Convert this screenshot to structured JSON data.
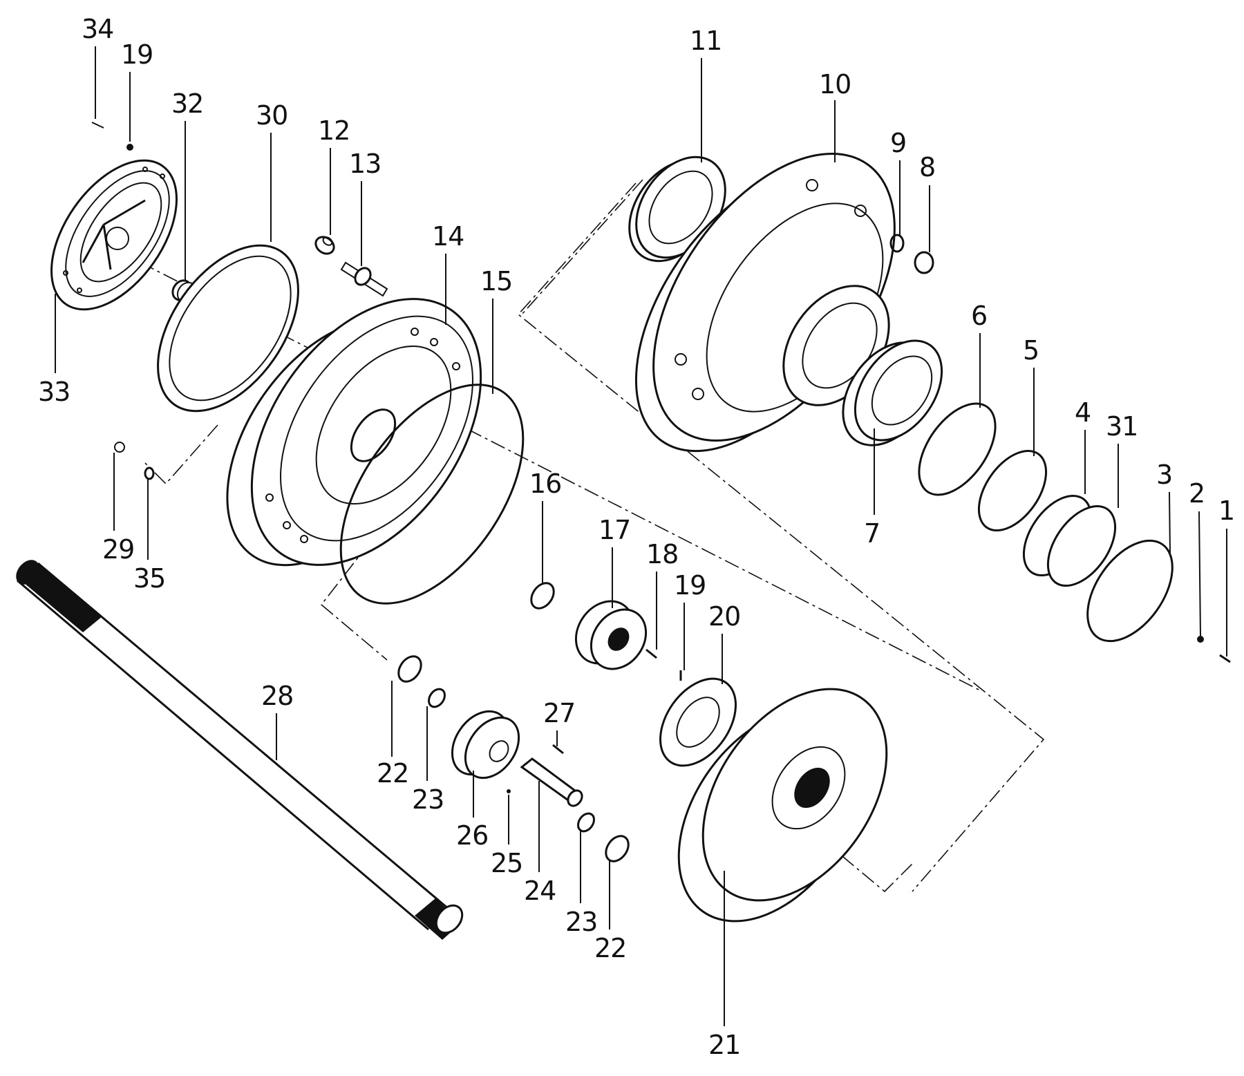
{
  "callouts": [
    "1",
    "2",
    "3",
    "4",
    "5",
    "6",
    "7",
    "8",
    "9",
    "10",
    "11",
    "12",
    "13",
    "14",
    "15",
    "16",
    "17",
    "18",
    "19",
    "19",
    "20",
    "21",
    "22",
    "22",
    "23",
    "23",
    "24",
    "25",
    "26",
    "27",
    "28",
    "29",
    "30",
    "31",
    "32",
    "33",
    "34",
    "35"
  ]
}
